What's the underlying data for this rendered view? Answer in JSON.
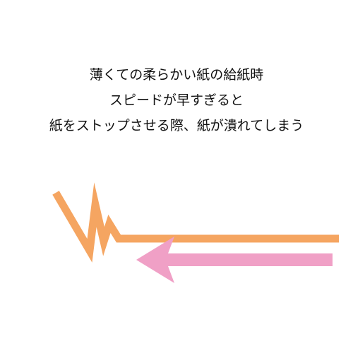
{
  "caption": {
    "lines": [
      "薄くての柔らかい紙の給紙時",
      "スピードが早すぎると",
      "紙をストップさせる際、紙が潰れてしまう"
    ]
  },
  "colors": {
    "paper_path": "#f5a561",
    "feed_arrow": "#f0a0c6",
    "text": "#111111"
  }
}
